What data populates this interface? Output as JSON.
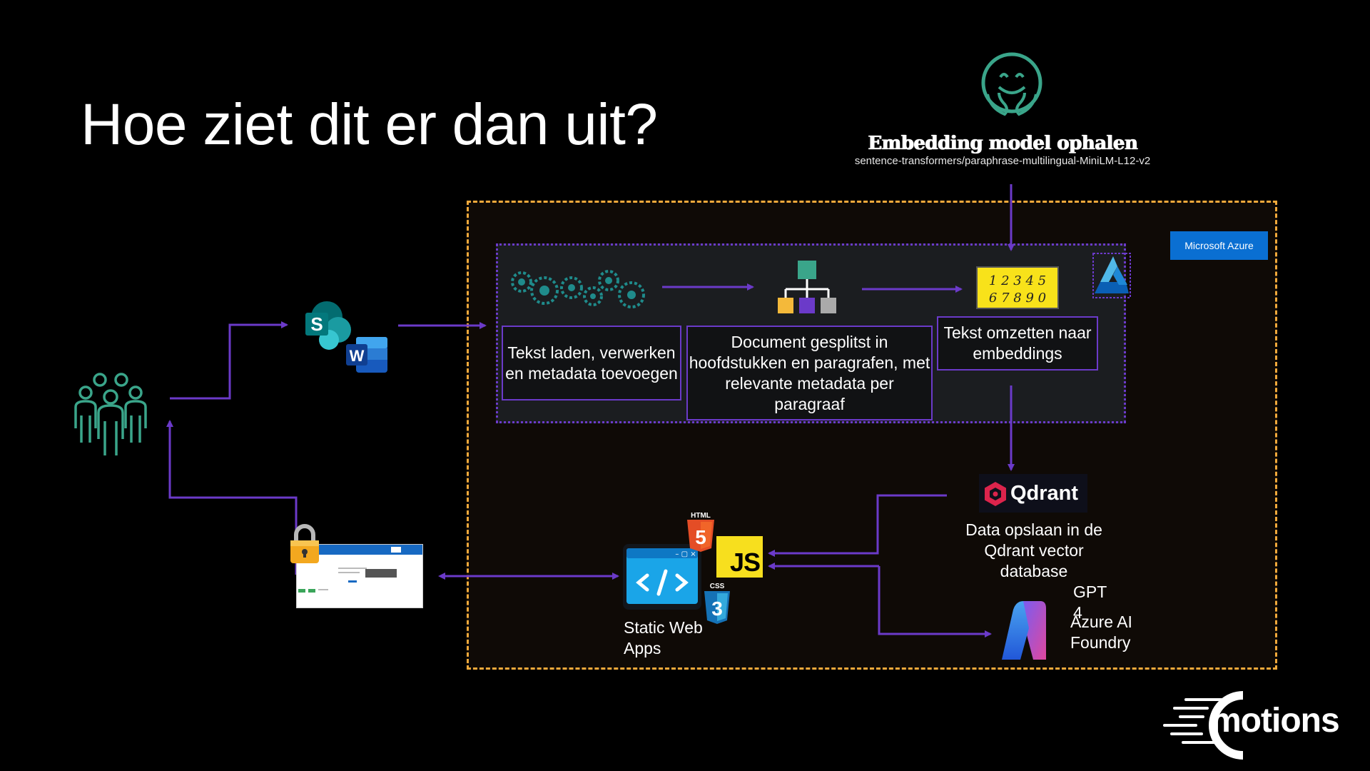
{
  "slide": {
    "title": "Hoe ziet dit er dan uit?"
  },
  "embedding": {
    "title": "Embedding model ophalen",
    "model": "sentence-transformers/paraphrase-multilingual-MiniLM-L12-v2",
    "icon": "hugging-face-icon"
  },
  "azure": {
    "badge": "Microsoft Azure",
    "frame_color": "#f2a93b"
  },
  "pipeline": {
    "step1": "Tekst laden, verwerken en metadata toevoegen",
    "step2": "Document gesplitst in hoofdstukken en paragrafen, met relevante metadata per paragraaf",
    "step3": "Tekst omzetten naar embeddings",
    "numbers_row1": "1 2 3 4 5",
    "numbers_row2": "6 7 8 9 0"
  },
  "qdrant": {
    "logo_text": "Qdrant",
    "caption": "Data opslaan in de Qdrant vector database"
  },
  "ai_foundry": {
    "model": "GPT 4",
    "caption": "Azure AI Foundry"
  },
  "static_web_apps": {
    "caption": "Static Web Apps",
    "html_label": "HTML",
    "js_label": "JS",
    "css_label": "CSS"
  },
  "sources": {
    "sharepoint_letter": "S",
    "word_letter": "W"
  },
  "branding": {
    "logo_text": "motions"
  },
  "colors": {
    "arrow": "#6b3ac9",
    "accent_green": "#3aa58a",
    "background": "#000000"
  }
}
